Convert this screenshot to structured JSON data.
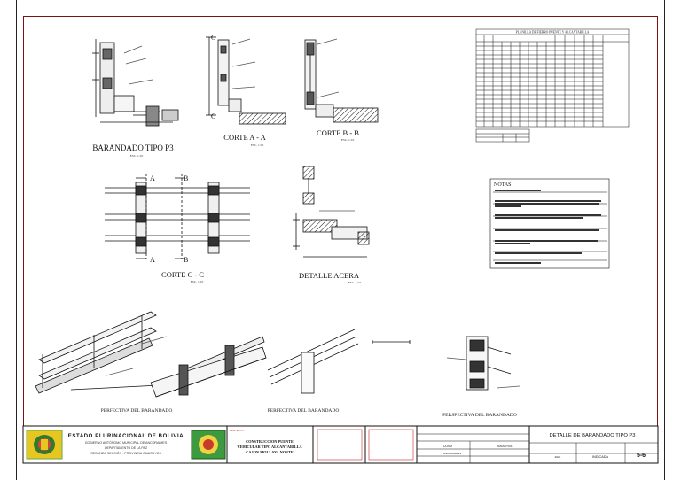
{
  "drawing": {
    "views": {
      "barandado_tipo": {
        "title": "BARANDADO TIPO P3",
        "scale": "ESC. 1:10"
      },
      "corte_aa": {
        "title": "CORTE A - A",
        "scale": "ESC. 1:10"
      },
      "corte_bb": {
        "title": "CORTE B - B",
        "scale": "ESC. 1:10"
      },
      "corte_cc": {
        "title": "CORTE C - C",
        "scale": "ESC. 1:10"
      },
      "detalle_acera": {
        "title": "DETALLE ACERA",
        "scale": "ESC. 1:10"
      },
      "persp1": {
        "title": "PERFECTIVA DEL BARANDADO"
      },
      "persp2": {
        "title": "PERFECTIVA DEL BARANDADO"
      },
      "persp3": {
        "title": "PERSPECTIVA DEL BARANDADO"
      }
    },
    "section_marks": {
      "a": "A",
      "b": "B",
      "c": "C"
    },
    "planilla_title": "PLANILLA DE FIERRO PUENTE Y ALCANTARILLA",
    "notes_title": "NOTAS"
  },
  "title_block": {
    "entity_title": "ESTADO PLURINACIONAL DE BOLIVIA",
    "entity_line1": "GOBIERNO AUTÓNOMO MUNICIPAL DE ANCORAIMES",
    "entity_line2": "DEPARTAMENTO DE LA PAZ",
    "entity_line3": "SEGUNDA SECCIÓN - PROVINCIA OMASUYOS",
    "project_label": "PROYECTO:",
    "project_line1": "CONSTRUCCION PUENTE",
    "project_line2": "VEHICULAR TIPO ALCANTARILLA",
    "project_line3": "CAJON MOLLAYA NORTE",
    "sheet_title": "DETALLE DE BARANDADO TIPO P3",
    "field1_value": "LA PAZ",
    "field2_value": "OMASUYOS",
    "field3_value": "ANCORAIMES",
    "scale_value": "INDICADA",
    "sheet_number": "5-6",
    "date_value": "2024"
  }
}
